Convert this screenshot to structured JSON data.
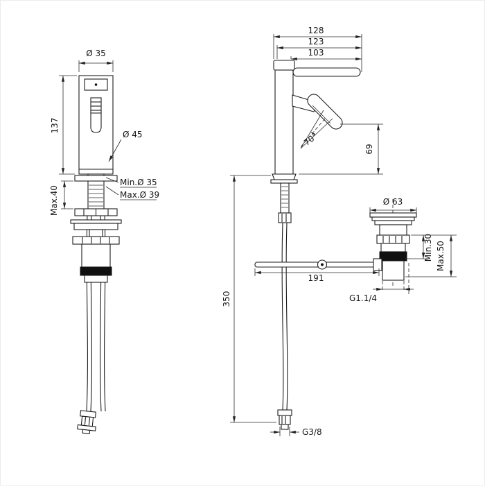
{
  "colors": {
    "line": "#1c1c1c",
    "background": "#ffffff"
  },
  "front_view": {
    "dims": {
      "top_diameter": "Ø 35",
      "height": "137",
      "base_diameter": "Ø 45",
      "hole_min": "Min.Ø 35",
      "hole_max": "Max.Ø 39",
      "deck_max": "Max.40"
    }
  },
  "side_view": {
    "dims": {
      "depth_total": "128",
      "depth_mid": "123",
      "spout_reach": "103",
      "spray_angle": "70°",
      "spout_height": "69",
      "hose_length": "350",
      "supply_thread": "G3/8"
    }
  },
  "drain_view": {
    "dims": {
      "flange_diameter": "Ø 63",
      "deck_min": "Min.30",
      "deck_max": "Max.50",
      "rod_length": "191",
      "waste_thread": "G1.1/4"
    }
  }
}
